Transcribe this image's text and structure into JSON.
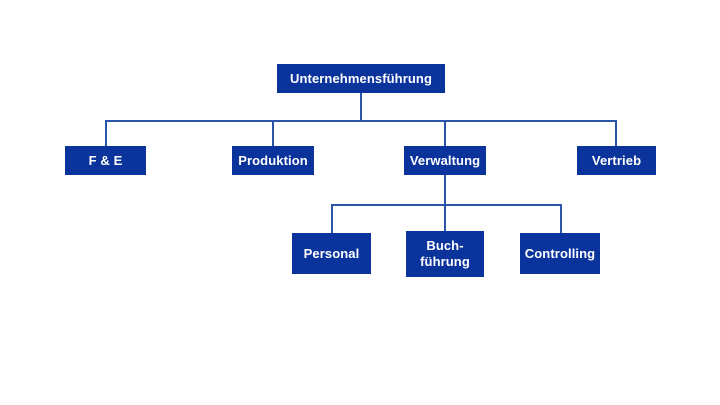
{
  "colors": {
    "background": "#ffffff",
    "node_fill": "#0a349c",
    "node_text": "#ffffff",
    "connector": "#2a55a8"
  },
  "org_chart": {
    "type": "organization-chart",
    "root": {
      "label": "Unternehmensführung"
    },
    "level2": [
      {
        "id": "f-und-e",
        "label": "F & E",
        "parent": "Unternehmensführung"
      },
      {
        "id": "produktion",
        "label": "Produktion",
        "parent": "Unternehmensführung"
      },
      {
        "id": "verwaltung",
        "label": "Verwaltung",
        "parent": "Unternehmensführung"
      },
      {
        "id": "vertrieb",
        "label": "Vertrieb",
        "parent": "Unternehmensführung"
      }
    ],
    "level3": [
      {
        "id": "personal",
        "label": "Personal",
        "parent": "Verwaltung"
      },
      {
        "id": "buchfuehrung",
        "label_line1": "Buch-",
        "label_line2": "führung",
        "parent": "Verwaltung"
      },
      {
        "id": "controlling",
        "label": "Controlling",
        "parent": "Verwaltung"
      }
    ]
  }
}
